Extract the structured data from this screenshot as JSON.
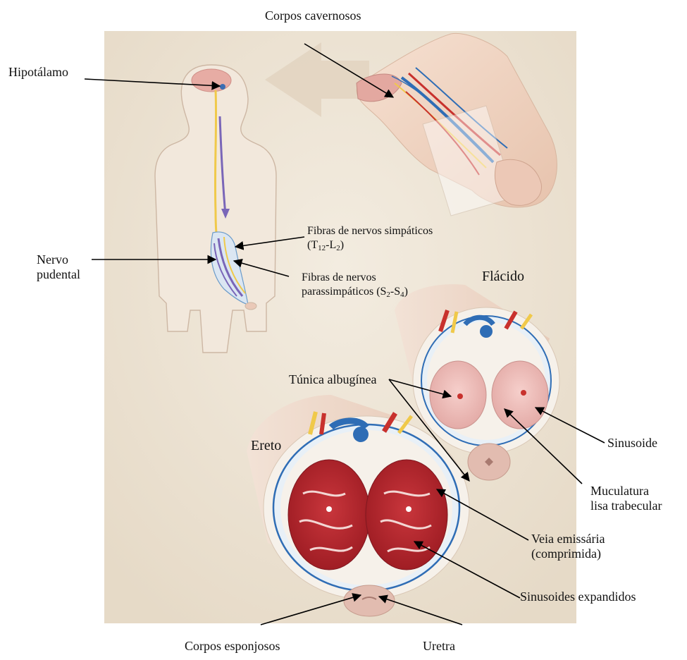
{
  "labels": {
    "corpos_cavernosos": "Corpos cavernosos",
    "hipotalamo": "Hipotálamo",
    "nervo_pudental_1": "Nervo",
    "nervo_pudental_2": "pudental",
    "simpaticos_line1": "Fibras de nervos simpáticos",
    "simpaticos_line2_T": "(T",
    "simpaticos_line2_T_sub": "12",
    "simpaticos_line2_mid": "-L",
    "simpaticos_line2_L_sub": "2",
    "simpaticos_line2_end": ")",
    "parassimpaticos_line1": "Fibras de nervos",
    "parassimpaticos_line2_a": "parassimpáticos (S",
    "parassimpaticos_line2_sub1": "2",
    "parassimpaticos_line2_b": "-S",
    "parassimpaticos_line2_sub2": "4",
    "parassimpaticos_line2_c": ")",
    "flacido": "Flácido",
    "tunica_albuginea": "Túnica albugínea",
    "sinusoide": "Sinusoide",
    "ereto": "Ereto",
    "musculatura_1": "Muculatura",
    "musculatura_2": "lisa trabecular",
    "veia_1": "Veia emissária",
    "veia_2": "(comprimida)",
    "sinusoides_expandidos": "Sinusoides expandidos",
    "corpos_esponjosos": "Corpos esponjosos",
    "uretra": "Uretra"
  },
  "colors": {
    "panel_bg": "#efe6d8",
    "skin": "#f3d9c8",
    "artery": "#c8312d",
    "vein": "#2f6db5",
    "nerve_yellow": "#f0c94a",
    "nerve_purple": "#7a66b8",
    "erect_tissue": "#b8222a",
    "flaccid_tissue": "#eab8b4",
    "tunica": "#f6f1ea"
  }
}
